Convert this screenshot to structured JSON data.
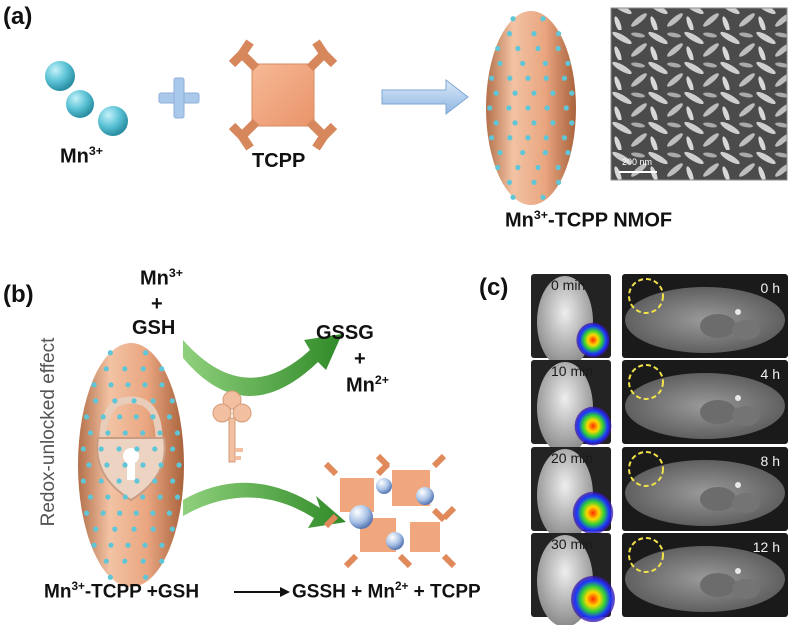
{
  "panel_a": {
    "label": "(a)",
    "ion": "Mn",
    "ion_charge": "3+",
    "ligand": "TCPP",
    "product_sup": "3+",
    "product_rest": "-TCPP NMOF",
    "sem_scale": "200 nm"
  },
  "panel_b": {
    "label": "(b)",
    "side_text": "Redox-unlocked effect",
    "r1_ion": "Mn",
    "r1_charge": "3+",
    "plus": "+",
    "r1_gsh": "GSH",
    "p1_gssg": "GSSG",
    "p1_plus": "+",
    "p1_ion": "Mn",
    "p1_charge": "2+",
    "eq_1": "Mn",
    "eq_2": "3+",
    "eq_3": "-TCPP +GSH",
    "eq_4": "GSSH + Mn",
    "eq_5": "2+",
    "eq_6": " + TCPP"
  },
  "panel_c": {
    "label": "(c)",
    "left_times": [
      "0 min",
      "10 min",
      "20 min",
      "30 min"
    ],
    "right_times": [
      "0 h",
      "4 h",
      "8 h",
      "12 h"
    ]
  },
  "colors": {
    "particle": "#e9a98a",
    "ion": "#5fc6d8",
    "arrow_blue": "#a9c8ea",
    "arrow_green": "#3e9a33",
    "marker": "#f2e24a"
  }
}
